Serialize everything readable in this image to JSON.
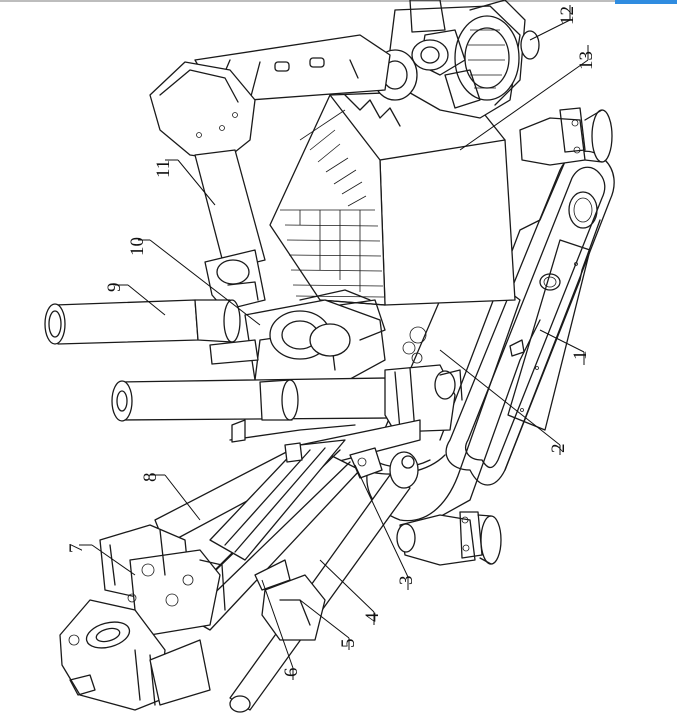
{
  "figure": {
    "accent_color": "#2f8ce0",
    "callouts": [
      {
        "id": "1",
        "label": "1"
      },
      {
        "id": "2",
        "label": "2"
      },
      {
        "id": "3",
        "label": "3"
      },
      {
        "id": "4",
        "label": "4"
      },
      {
        "id": "5",
        "label": "5"
      },
      {
        "id": "6",
        "label": "6"
      },
      {
        "id": "7",
        "label": "7"
      },
      {
        "id": "8",
        "label": "8"
      },
      {
        "id": "9",
        "label": "9"
      },
      {
        "id": "10",
        "label": "10"
      },
      {
        "id": "11",
        "label": "11"
      },
      {
        "id": "12",
        "label": "12"
      },
      {
        "id": "13",
        "label": "13"
      }
    ]
  }
}
